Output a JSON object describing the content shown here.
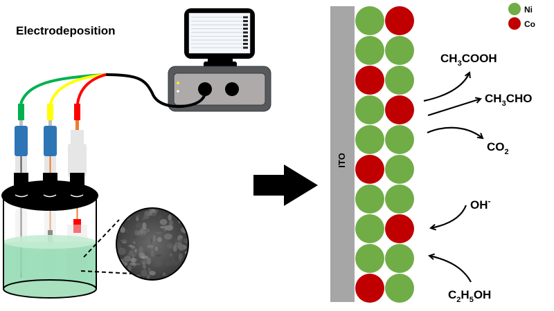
{
  "title": "Electrodeposition",
  "substrate_label": "ITO",
  "legend": [
    {
      "label": "Ni",
      "color": "#70ad47"
    },
    {
      "label": "Co",
      "color": "#c00000"
    }
  ],
  "colors": {
    "ni": "#70ad47",
    "co": "#c00000",
    "ito": "#a6a6a6",
    "electrolyte": "#8fd9b0"
  },
  "lattice": {
    "rows": [
      [
        "Ni",
        "Co"
      ],
      [
        "Ni",
        "Ni"
      ],
      [
        "Co",
        "Ni"
      ],
      [
        "Ni",
        "Co"
      ],
      [
        "Ni",
        "Ni"
      ],
      [
        "Co",
        "Ni"
      ],
      [
        "Ni",
        "Ni"
      ],
      [
        "Ni",
        "Co"
      ],
      [
        "Ni",
        "Ni"
      ],
      [
        "Co",
        "Ni"
      ]
    ]
  },
  "products": [
    {
      "main": "CH",
      "sub": "3",
      "rest": "COOH"
    },
    {
      "main": "CH",
      "sub": "3",
      "rest": "CHO"
    },
    {
      "main": "CO",
      "sub": "2",
      "rest": ""
    }
  ],
  "reactants": {
    "hydroxide": {
      "main": "OH",
      "sup": "-"
    },
    "ethanol": {
      "a": "C",
      "sub1": "2",
      "b": "H",
      "sub2": "5",
      "c": "OH"
    }
  },
  "electrode_wires": [
    "#00b050",
    "#ffff00",
    "#ff0000"
  ]
}
